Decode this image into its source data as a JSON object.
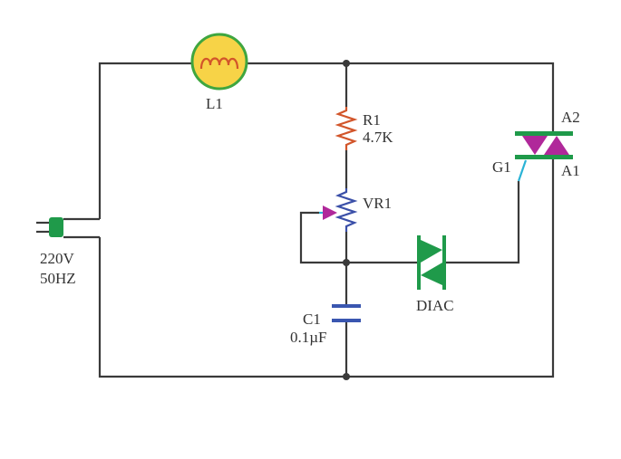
{
  "labels": {
    "lamp": "L1",
    "r1_name": "R1",
    "r1_value": "4.7K",
    "vr1": "VR1",
    "diac": "DIAC",
    "c1_name": "C1",
    "c1_value": "0.1µF",
    "source_voltage": "220V",
    "source_freq": "50HZ",
    "triac_a2": "A2",
    "triac_a1": "A1",
    "triac_g1": "G1"
  },
  "colors": {
    "wire": "#3a3a3a",
    "lamp_fill": "#f7d347",
    "lamp_ring": "#3fa63f",
    "lamp_coil": "#d2552a",
    "resistor": "#d2552a",
    "potentiometer": "#3a4fa8",
    "wiper_arrow": "#b0289a",
    "cyan_lead": "#2ab3d6",
    "diac": "#1f9a4a",
    "triac_bar": "#1f9a4a",
    "triac_fill": "#b0289a",
    "capacitor": "#3a56b0",
    "plug": "#1f9a4a"
  }
}
